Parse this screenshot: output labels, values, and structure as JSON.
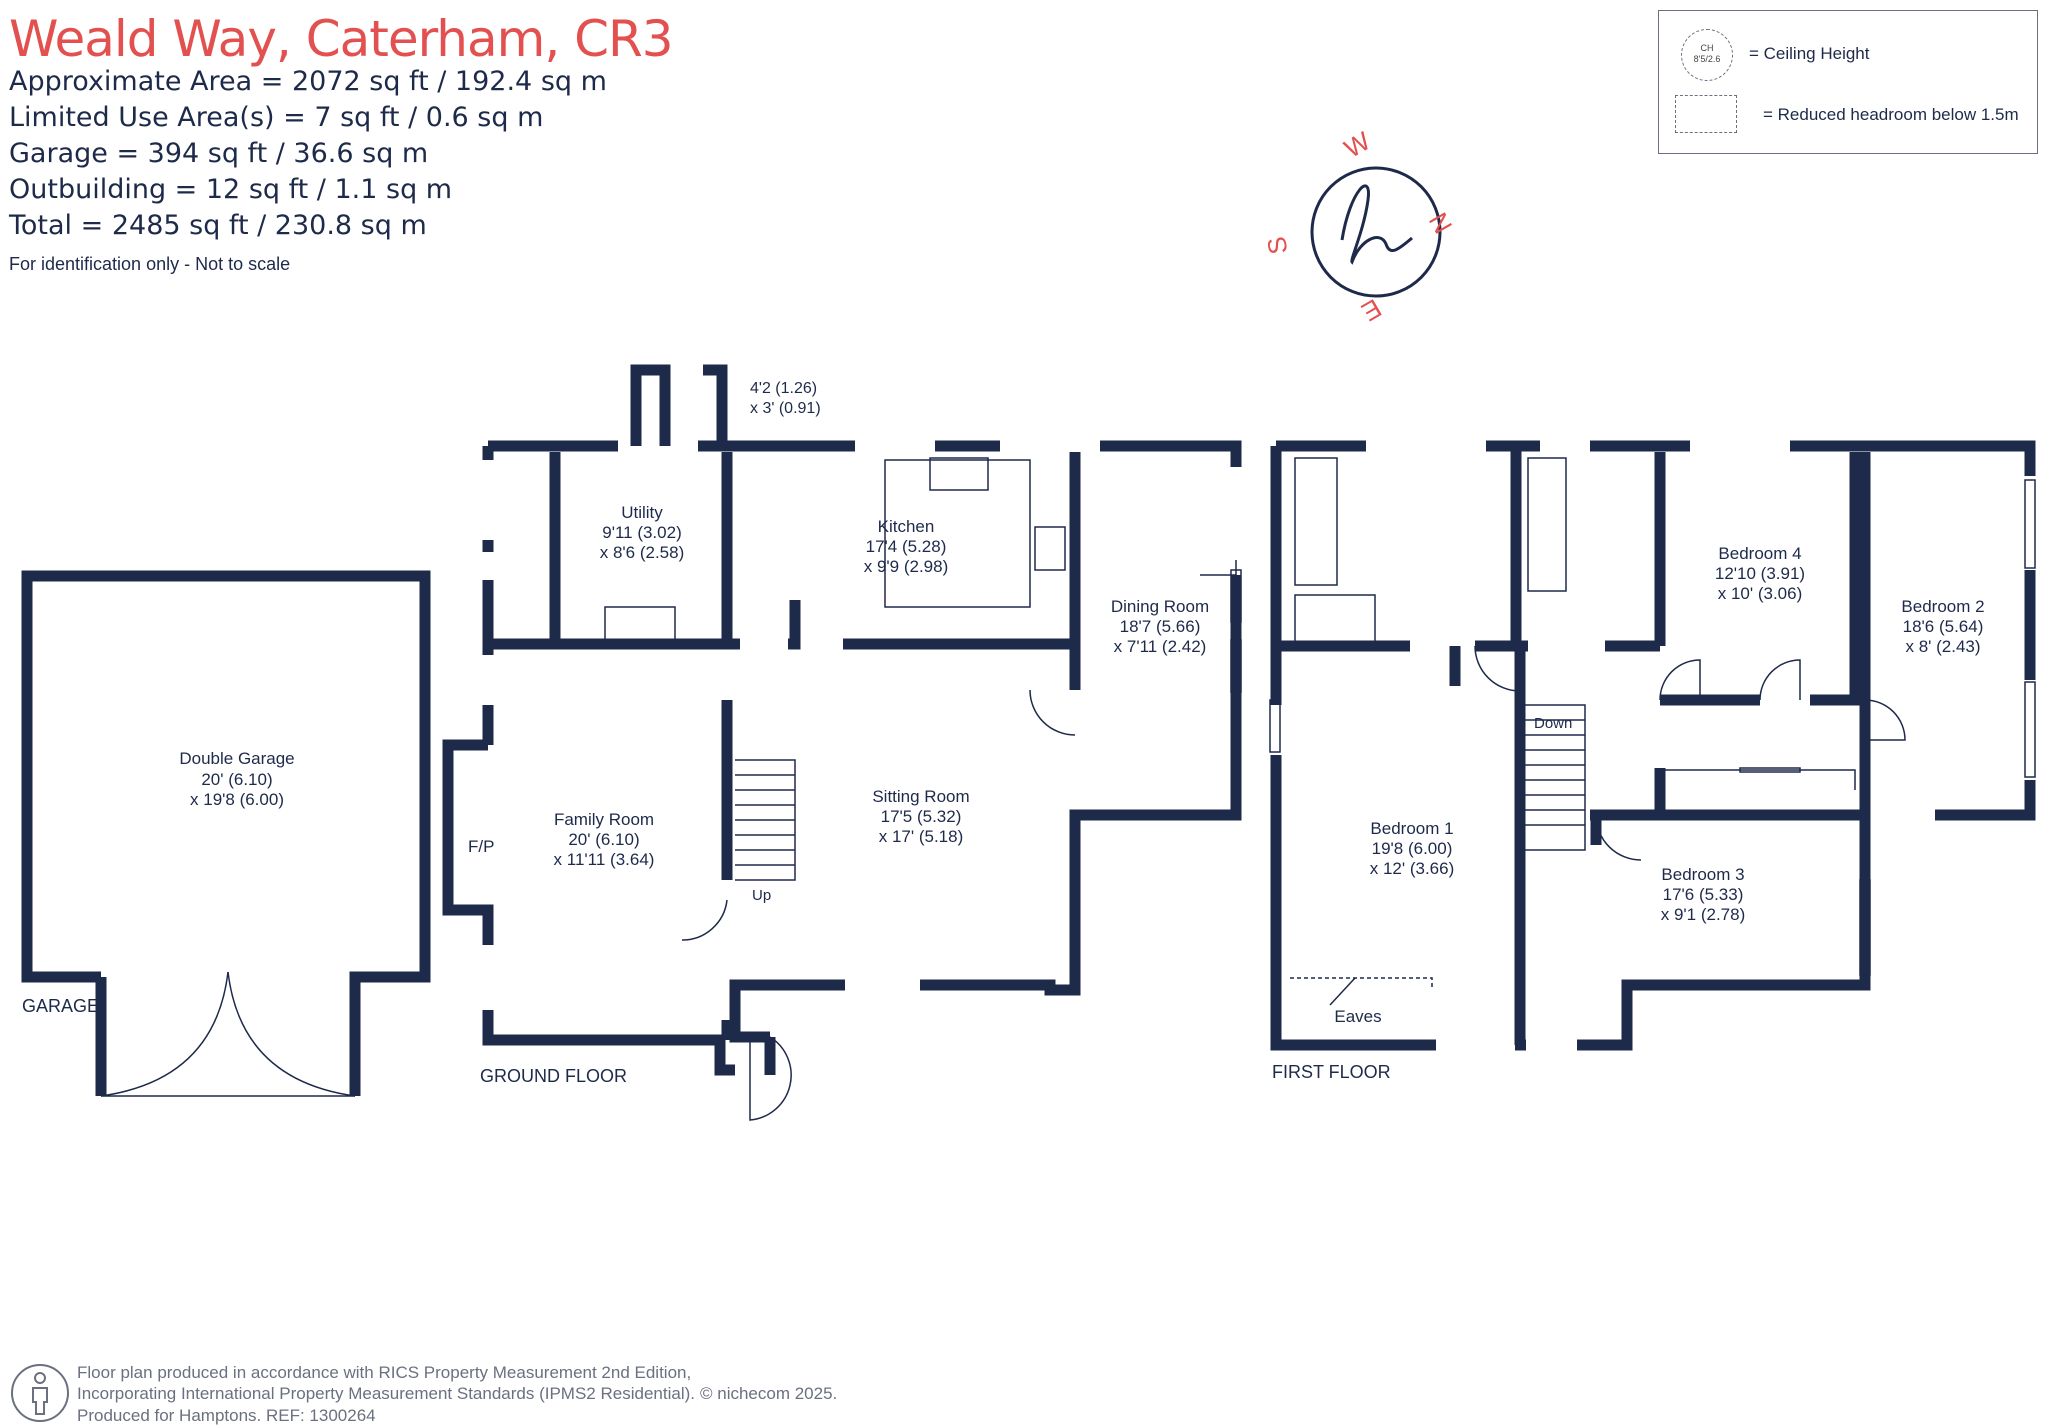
{
  "header": {
    "title": "Weald Way, Caterham, CR3",
    "area_lines": [
      "Approximate Area = 2072 sq ft / 192.4 sq m",
      "Limited Use Area(s) = 7 sq ft / 0.6 sq m",
      "Garage = 394 sq ft / 36.6 sq m",
      "Outbuilding = 12 sq ft / 1.1 sq m",
      "Total = 2485 sq ft / 230.8 sq m"
    ],
    "note": "For identification only - Not to scale"
  },
  "legend": {
    "ch_symbol_top": "CH",
    "ch_symbol_bottom": "8'5/2.6",
    "ceiling_height": "= Ceiling Height",
    "reduced_headroom": "= Reduced headroom below 1.5m"
  },
  "compass": {
    "w": "W",
    "n": "N",
    "s": "S",
    "e": "E"
  },
  "garage": {
    "room_name": "Double Garage",
    "dim1": "20' (6.10)",
    "dim2": "x 19'8 (6.00)",
    "floor_label": "GARAGE"
  },
  "ground_floor": {
    "floor_label": "GROUND FLOOR",
    "store": {
      "dim1": "4'2 (1.26)",
      "dim2": "x 3' (0.91)"
    },
    "utility": {
      "name": "Utility",
      "dim1": "9'11 (3.02)",
      "dim2": "x 8'6 (2.58)"
    },
    "kitchen": {
      "name": "Kitchen",
      "dim1": "17'4 (5.28)",
      "dim2": "x 9'9 (2.98)"
    },
    "dining": {
      "name": "Dining Room",
      "dim1": "18'7 (5.66)",
      "dim2": "x 7'11 (2.42)"
    },
    "family": {
      "name": "Family Room",
      "dim1": "20' (6.10)",
      "dim2": "x 11'11 (3.64)"
    },
    "sitting": {
      "name": "Sitting Room",
      "dim1": "17'5 (5.32)",
      "dim2": "x 17' (5.18)"
    },
    "fp": "F/P",
    "up": "Up"
  },
  "first_floor": {
    "floor_label": "FIRST FLOOR",
    "bed1": {
      "name": "Bedroom 1",
      "dim1": "19'8 (6.00)",
      "dim2": "x 12' (3.66)"
    },
    "bed2": {
      "name": "Bedroom 2",
      "dim1": "18'6 (5.64)",
      "dim2": "x 8' (2.43)"
    },
    "bed3": {
      "name": "Bedroom 3",
      "dim1": "17'6 (5.33)",
      "dim2": "x 9'1 (2.78)"
    },
    "bed4": {
      "name": "Bedroom 4",
      "dim1": "12'10 (3.91)",
      "dim2": "x 10' (3.06)"
    },
    "eaves": "Eaves",
    "down": "Down"
  },
  "footer": {
    "line1": "Floor plan produced in accordance with RICS Property Measurement 2nd Edition,",
    "line2": "Incorporating International Property Measurement Standards (IPMS2 Residential).",
    "line3": "Produced for Hamptons.  REF: 1300264",
    "copyright": "© nichecom 2025."
  },
  "colors": {
    "wall": "#1e2a4a",
    "title": "#e2504f",
    "text": "#1e2a4a",
    "muted": "#6b7080"
  }
}
